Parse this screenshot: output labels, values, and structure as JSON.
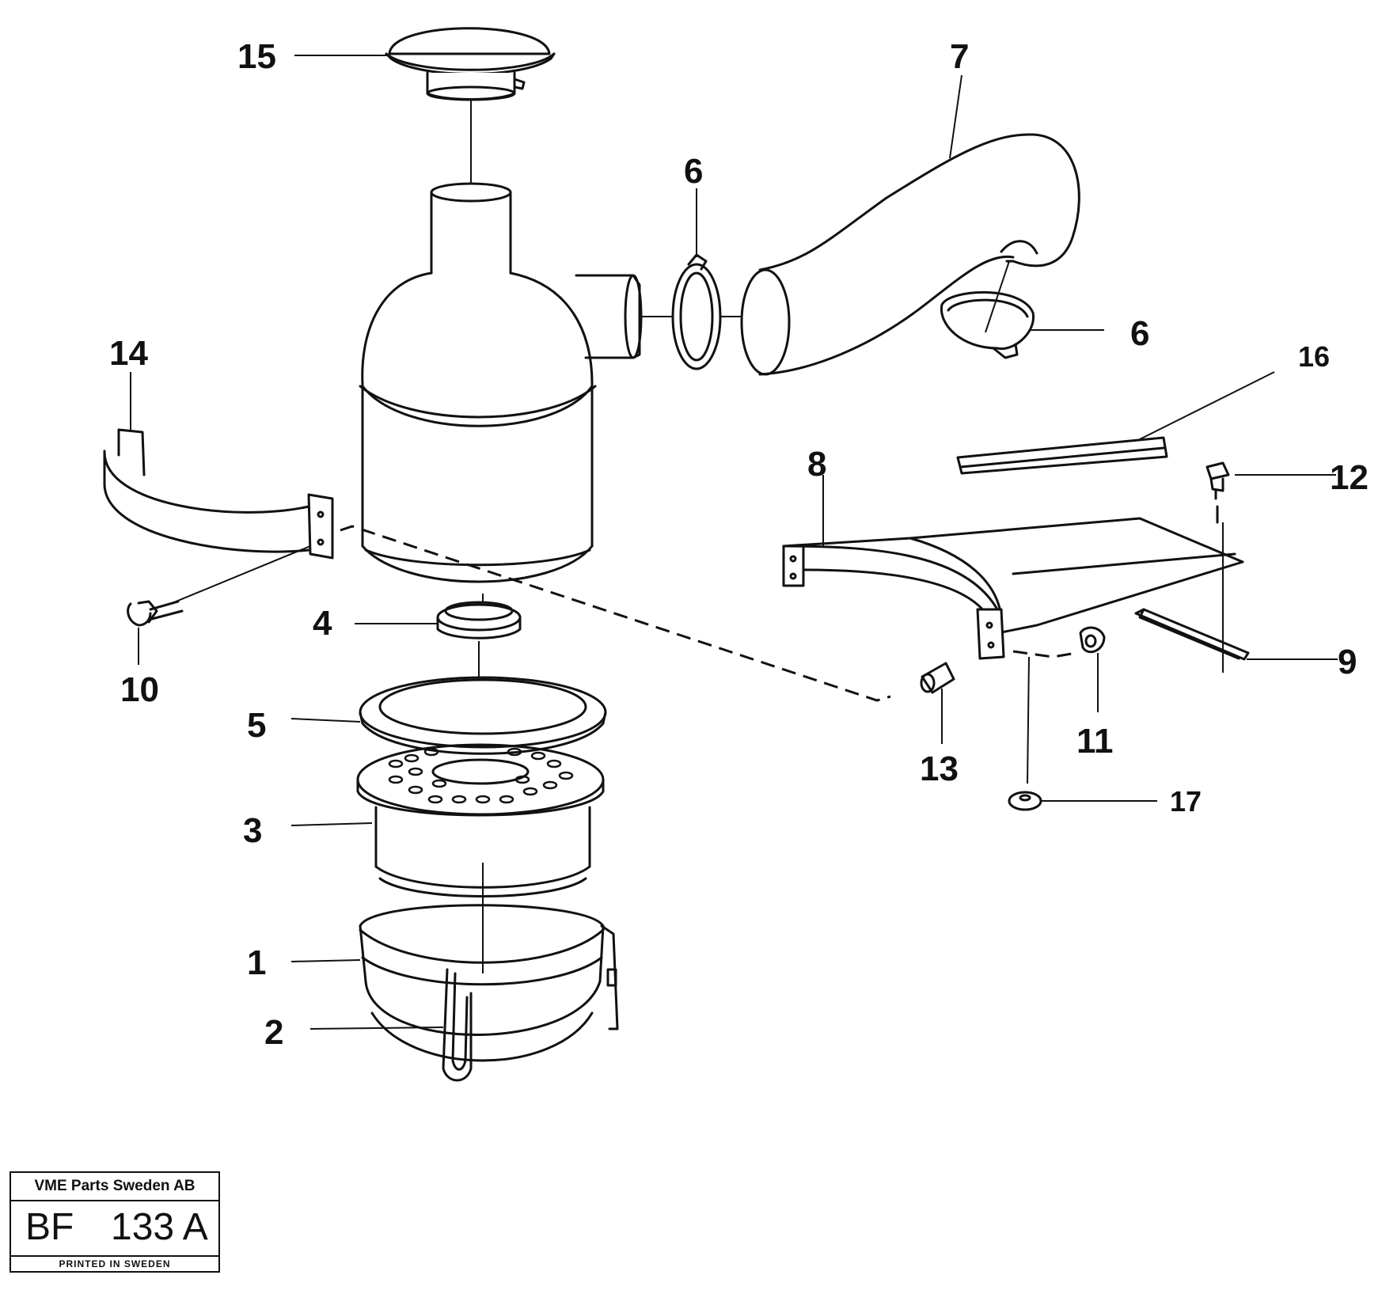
{
  "diagram": {
    "callouts": [
      {
        "id": "c15",
        "text": "15"
      },
      {
        "id": "c7",
        "text": "7"
      },
      {
        "id": "c6a",
        "text": "6"
      },
      {
        "id": "c6b",
        "text": "6"
      },
      {
        "id": "c14",
        "text": "14"
      },
      {
        "id": "c16",
        "text": "16"
      },
      {
        "id": "c8",
        "text": "8"
      },
      {
        "id": "c12",
        "text": "12"
      },
      {
        "id": "c4",
        "text": "4"
      },
      {
        "id": "c10",
        "text": "10"
      },
      {
        "id": "c9",
        "text": "9"
      },
      {
        "id": "c5",
        "text": "5"
      },
      {
        "id": "c11",
        "text": "11"
      },
      {
        "id": "c13",
        "text": "13"
      },
      {
        "id": "c3",
        "text": "3"
      },
      {
        "id": "c17",
        "text": "17"
      },
      {
        "id": "c1",
        "text": "1"
      },
      {
        "id": "c2",
        "text": "2"
      }
    ]
  },
  "title_block": {
    "company": "VME Parts Sweden AB",
    "code_prefix": "BF",
    "code_number": "133 A",
    "printed": "PRINTED IN SWEDEN"
  }
}
